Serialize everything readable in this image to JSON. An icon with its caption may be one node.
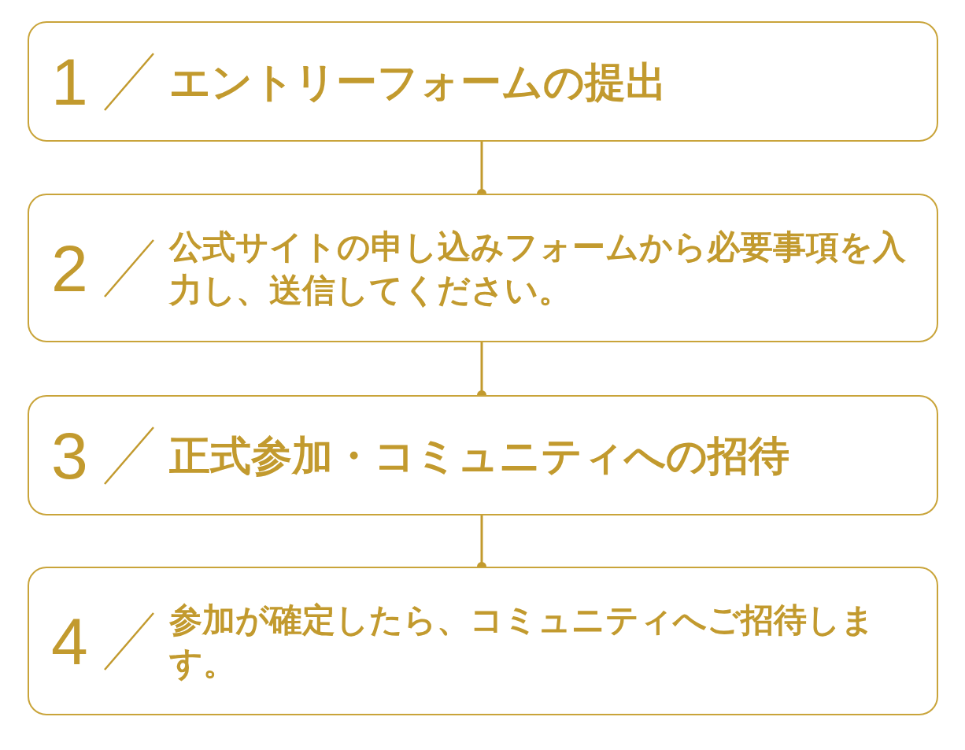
{
  "diagram": {
    "nodes": [
      {
        "text": [
          "1",
          "エントリーフォームの提出"
        ]
      },
      {
        "text": [
          "2",
          "公式サイトの申し込みフォームから必要事項を入力し、送信してください。"
        ]
      },
      {
        "text": [
          "3",
          "正式参加・コミュニティへの招待"
        ]
      },
      {
        "text": [
          "4",
          "参加が確定したら、コミュニティへご招待します。"
        ]
      }
    ],
    "edges": [
      {
        "from": 0,
        "to": 1,
        "arrow": "other"
      },
      {
        "from": 1,
        "to": 2,
        "arrow": "other"
      },
      {
        "from": 2,
        "to": 3,
        "arrow": "other"
      }
    ]
  }
}
